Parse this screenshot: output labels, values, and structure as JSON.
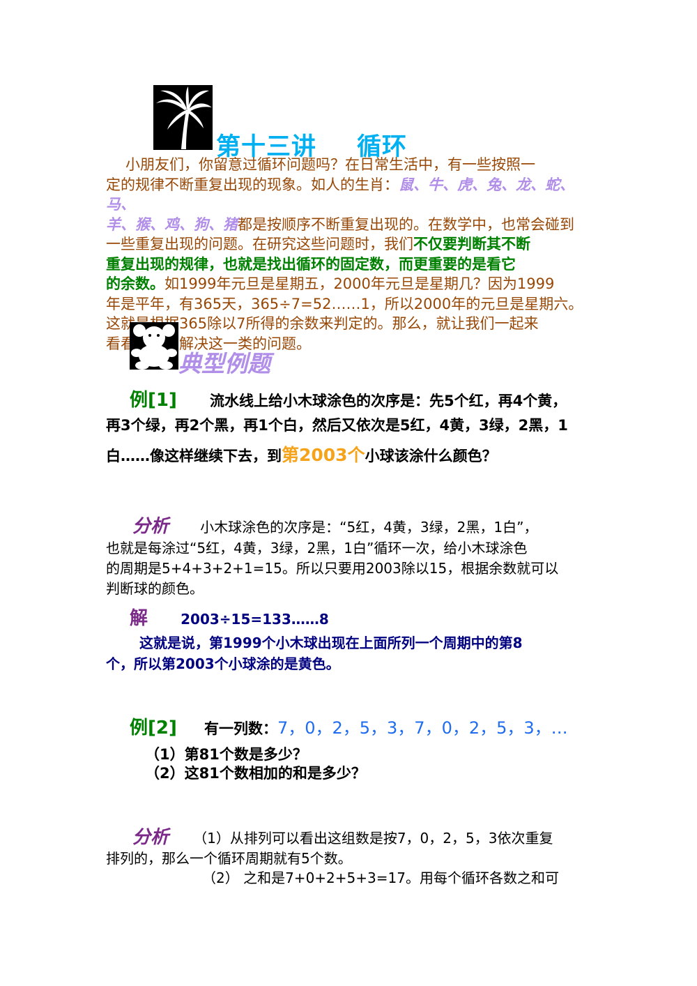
{
  "icons": {
    "palm": "palm-tree-icon",
    "bear": "teddy-bear-icon"
  },
  "title": {
    "lecture": "第十三讲",
    "topic": "循环"
  },
  "intro": {
    "line1": "小朋友们，你留意过循环问题吗？在日常生活中，有一些按照一",
    "line2a": "定的规律不断重复出现的现象。如人的生肖：",
    "animals1": "鼠、牛、虎、兔、龙、蛇、马、",
    "animals2": "羊、猴、鸡、狗、猪",
    "line3b": "都是按顺序不断重复出现的。在数学中，也常会碰到",
    "line4a": "一些重复出现的问题。在研究这些问题时，我们",
    "green1": "不仅要判断其不断",
    "green2": "重复出现的规律，也就是找出循环的固定数，而更重要的是看它",
    "green3": "的余数。",
    "line6b": "如1999年元旦是星期五，2000年元旦是星期几？因为1999",
    "line7": "年是平年，有365天，365÷7=52……1，所以2000年的元旦是星期六。",
    "line8": "这就是根据365除以7所得的余数来判定的。那么，就让我们一起来",
    "line9": "看看怎么来解决这一类的问题。"
  },
  "section": "典型例题",
  "ex1": {
    "label": "例[1]",
    "q1": "流水线上给小木球涂色的次序是：先5个红，再4个黄，",
    "q2": "再3个绿，再2个黑，再1个白，然后又依次是5红，4黄，3绿，2黑，1",
    "q3a": "白……像这样继续下去，到",
    "q3b": "第2003个",
    "q3c": "小球该涂什么颜色？",
    "ana_label": "分析",
    "a1": "小木球涂色的次序是：“5红，4黄，3绿，2黑，1白”，",
    "a2": "也就是每涂过“5红，4黄，3绿，2黑，1白”循环一次，给小木球涂色",
    "a3": "的周期是5+4+3+2+1=15。所以只要用2003除以15，根据余数就可以",
    "a4": "判断球的颜色。",
    "sol_label": "解",
    "sol_expr": "2003÷15=133……8",
    "s1": "这就是说，第1999个小木球出现在上面所列一个周期中的第8",
    "s2": "个，所以第2003个小球涂的是黄色。"
  },
  "ex2": {
    "label": "例[2]",
    "intro": "有一列数：",
    "seq": "7，0，2，5，3，7，0，2，5，3，…",
    "p1": "（1）第81个数是多少？",
    "p2": "（2）这81个数相加的和是多少？",
    "ana_label": "分析",
    "a1": "（1）从排列可以看出这组数是按7，0，2，5，3依次重复",
    "a2": "排列的，那么一个循环周期就有5个数。",
    "a3": "（2）  之和是7+0+2+5+3=17。用每个循环各数之和可"
  },
  "colors": {
    "title": "#00b0f0",
    "intro": "#984806",
    "green": "#008000",
    "purple": "#7b2a8a",
    "lavender": "#b18ee8",
    "orange": "#f5a31b",
    "navy": "#000080",
    "blue": "#1f6cf0"
  }
}
